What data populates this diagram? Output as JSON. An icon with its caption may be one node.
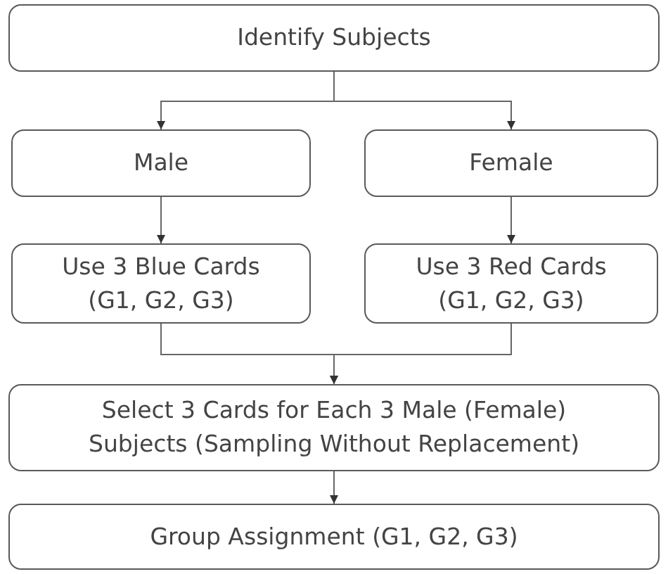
{
  "diagram": {
    "nodes": [
      {
        "text": [
          "Identify Subjects"
        ]
      },
      {
        "text": [
          "Male"
        ]
      },
      {
        "text": [
          "Female"
        ]
      },
      {
        "text": [
          "Use 3 Blue Cards (G1, G2, G3)"
        ]
      },
      {
        "text": [
          "Use 3 Red Cards (G1, G2, G3)"
        ]
      },
      {
        "text": [
          "Select 3 Cards for Each 3 Male (Female) Subjects (Sampling Without Replacement)"
        ]
      },
      {
        "text": [
          "Group Assignment (G1, G2, G3)"
        ]
      }
    ],
    "edges": [
      {
        "from": 0,
        "to": 1,
        "arrow": "to"
      },
      {
        "from": 0,
        "to": 2,
        "arrow": "to"
      },
      {
        "from": 1,
        "to": 3,
        "arrow": "to"
      },
      {
        "from": 2,
        "to": 4,
        "arrow": "to"
      },
      {
        "from": 3,
        "to": 5,
        "arrow": "to"
      },
      {
        "from": 4,
        "to": 5,
        "arrow": "to"
      },
      {
        "from": 5,
        "to": 6,
        "arrow": "to"
      }
    ]
  }
}
